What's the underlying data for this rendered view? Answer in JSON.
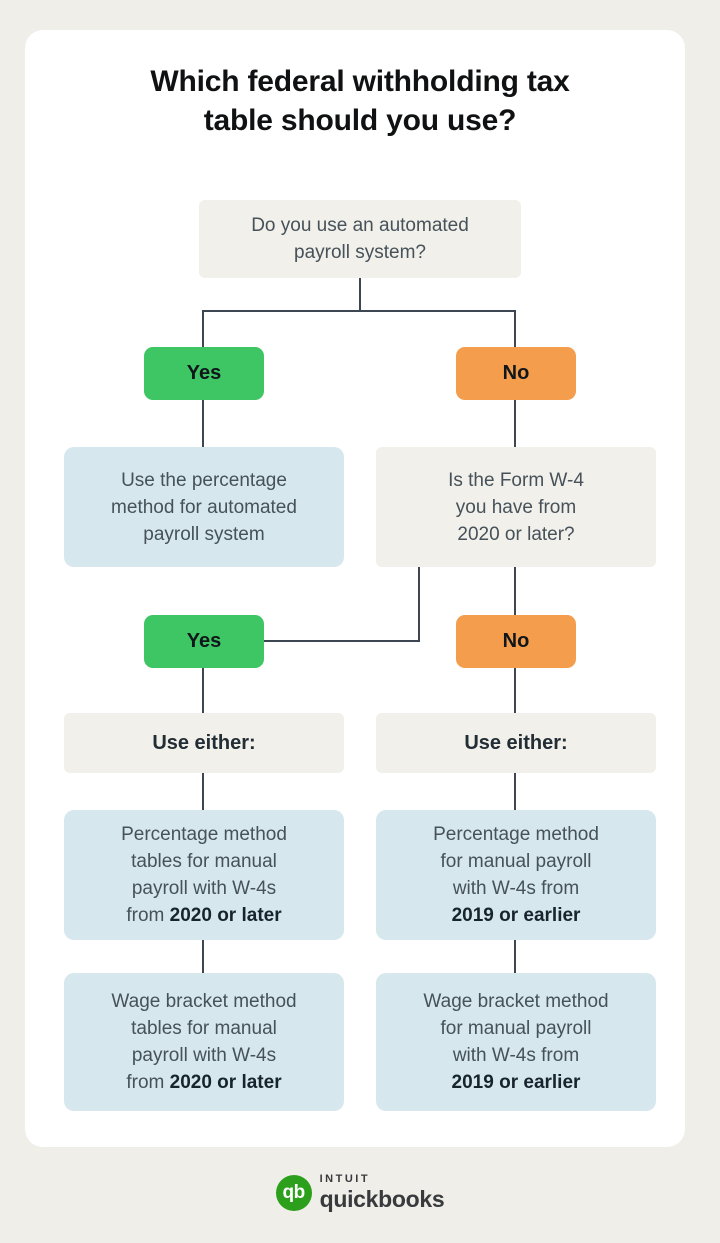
{
  "title": "Which federal withholding tax\ntable should you use?",
  "flowchart": {
    "root_question": "Do you use an automated\npayroll system?",
    "branch1": {
      "yes_label": "Yes",
      "no_label": "No"
    },
    "automated_result": "Use the percentage\nmethod for automated\npayroll system",
    "w4_question": "Is the Form W-4\nyou have from\n2020 or later?",
    "branch2": {
      "yes_label": "Yes",
      "no_label": "No"
    },
    "use_either_left": "Use either:",
    "use_either_right": "Use either:",
    "percentage_2020": {
      "text": "Percentage method\ntables for manual\npayroll with W-4s\nfrom ",
      "bold": "2020 or later"
    },
    "percentage_2019": {
      "text": "Percentage method\nfor manual payroll\nwith W-4s from\n",
      "bold": "2019 or earlier"
    },
    "wage_bracket_2020": {
      "text": "Wage bracket method\ntables for manual\npayroll with W-4s\nfrom ",
      "bold": "2020 or later"
    },
    "wage_bracket_2019": {
      "text": "Wage bracket method\nfor manual payroll\nwith W-4s from\n",
      "bold": "2019 or earlier"
    }
  },
  "footer": {
    "logo_glyph": "qb",
    "intuit_wordmark": "INTUIT",
    "quickbooks_wordmark": "quickbooks"
  },
  "colors": {
    "bg": "#efeee8",
    "card": "#ffffff",
    "graybox": "#f1f0ea",
    "bluebox": "#d6e8ee",
    "green": "#3ec564",
    "orange": "#f49d4d",
    "line": "#3d4752",
    "text": "#46515a",
    "textdark": "#17242e",
    "title": "#101112",
    "brandgreen": "#2ca01c",
    "brandtext": "#393a3d"
  }
}
